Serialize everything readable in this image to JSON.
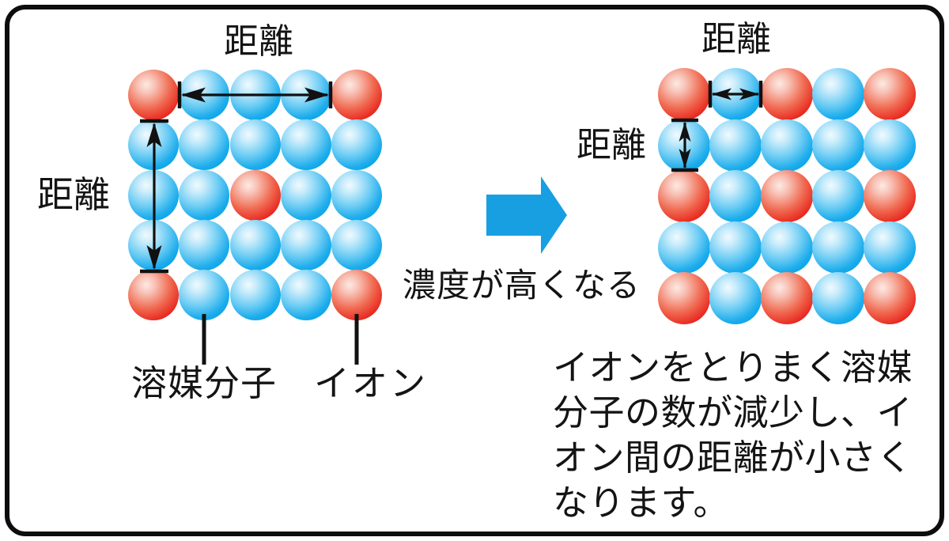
{
  "colors": {
    "solvent_blue": "#00a0e9",
    "ion_red": "#e7211c",
    "transition_arrow_blue": "#189fe2",
    "line_black": "#111111"
  },
  "labels": {
    "distance_top_left": "距離",
    "distance_left_side": "距離",
    "distance_top_right": "距離",
    "distance_right_side": "距離",
    "transition": "濃度が高くなる",
    "solvent_molecule": "溶媒分子",
    "ion": "イオン"
  },
  "caption": {
    "lines": [
      "イオンをとりまく溶媒",
      "分子の数が減少し、イ",
      "オン間の距離が小さく",
      "なります。"
    ]
  },
  "cell_encoding": {
    "R": "ion",
    "B": "solvent-molecule"
  },
  "left_grid": {
    "rows": [
      "RBBBR",
      "BBBBB",
      "BBRBB",
      "BBBBB",
      "RBBBR"
    ]
  },
  "right_grid": {
    "rows": [
      "RBRBR",
      "BBBBB",
      "RBRBR",
      "BBBBB",
      "RBRBR"
    ]
  }
}
